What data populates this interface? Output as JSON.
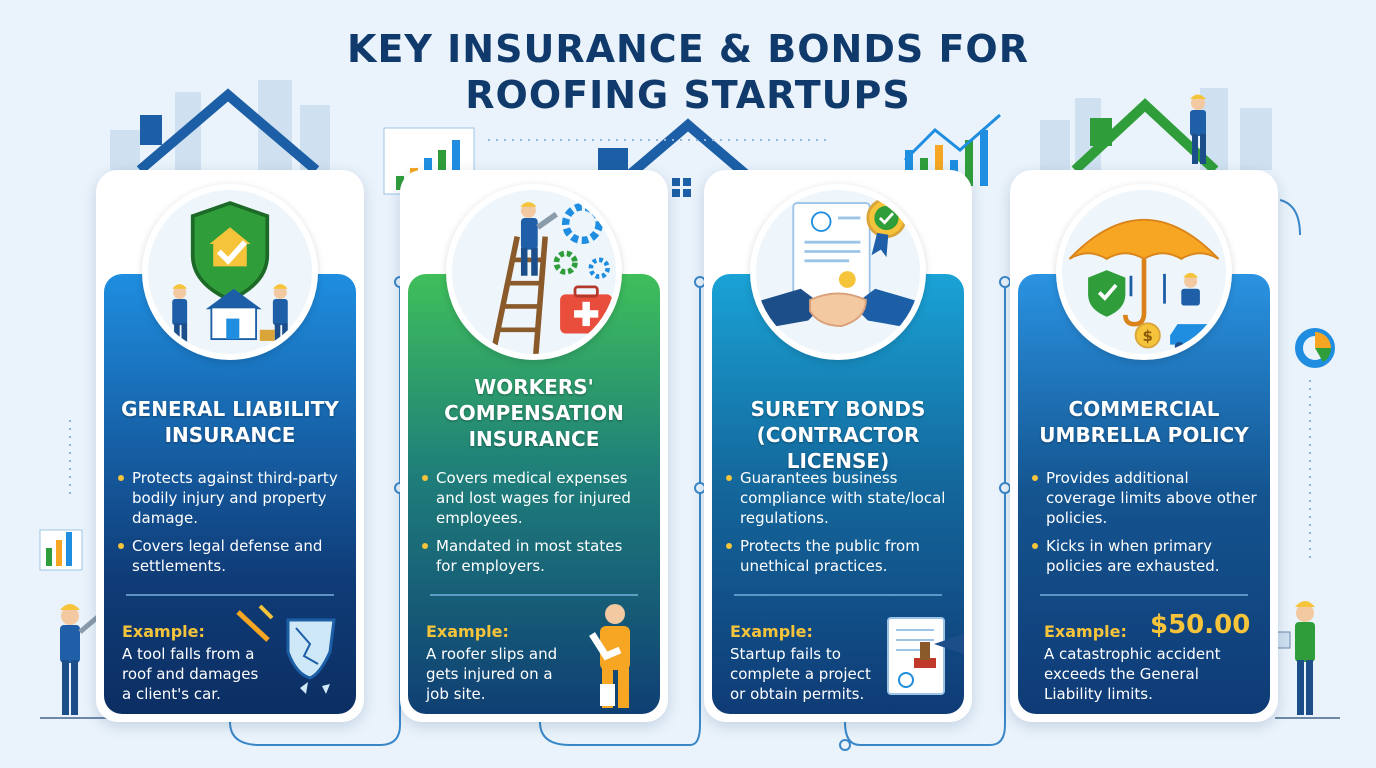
{
  "title_line1": "KEY INSURANCE & BONDS FOR",
  "title_line2": "ROOFING STARTUPS",
  "cards": [
    {
      "title_line1": "GENERAL LIABILITY",
      "title_line2": "INSURANCE",
      "title_line3": "",
      "bullets": [
        [
          "Protects against third-party",
          "bodily injury and property",
          "damage."
        ],
        [
          "Covers legal defense and",
          "settlements."
        ]
      ],
      "example_label": "Example:",
      "example_lines": [
        "A tool falls from a",
        "roof and damages",
        "a client's car."
      ],
      "icon": "shield-house-icon",
      "accent": "#1f8ee0"
    },
    {
      "title_line1": "WORKERS'",
      "title_line2": "COMPENSATION",
      "title_line3": "INSURANCE",
      "bullets": [
        [
          "Covers medical expenses",
          "and lost wages for injured",
          "employees."
        ],
        [
          "Mandated in most states",
          "for employers."
        ]
      ],
      "example_label": "Example:",
      "example_lines": [
        "A roofer slips and",
        "gets injured on a",
        "job site."
      ],
      "icon": "worker-ladder-icon",
      "accent": "#3fbf5a"
    },
    {
      "title_line1": "SURETY BONDS",
      "title_line2": "(CONTRACTOR LICENSE)",
      "title_line3": "",
      "bullets": [
        [
          "Guarantees business",
          "compliance with state/local",
          "regulations."
        ],
        [
          "Protects the public from",
          "unethical practices."
        ]
      ],
      "example_label": "Example:",
      "example_lines": [
        "Startup fails to",
        "complete a project",
        "or obtain permits."
      ],
      "icon": "handshake-certificate-icon",
      "accent": "#1aa3d6"
    },
    {
      "title_line1": "COMMERCIAL",
      "title_line2": "UMBRELLA POLICY",
      "title_line3": "",
      "bullets": [
        [
          "Provides additional",
          "coverage limits above other",
          "policies."
        ],
        [
          "Kicks in when primary",
          "policies are exhausted."
        ]
      ],
      "example_label": "Example:",
      "example_amount": "$50.00",
      "example_lines": [
        "A catastrophic accident",
        "exceeds the General",
        "Liability limits."
      ],
      "icon": "umbrella-icon",
      "accent": "#2a93e2"
    }
  ]
}
